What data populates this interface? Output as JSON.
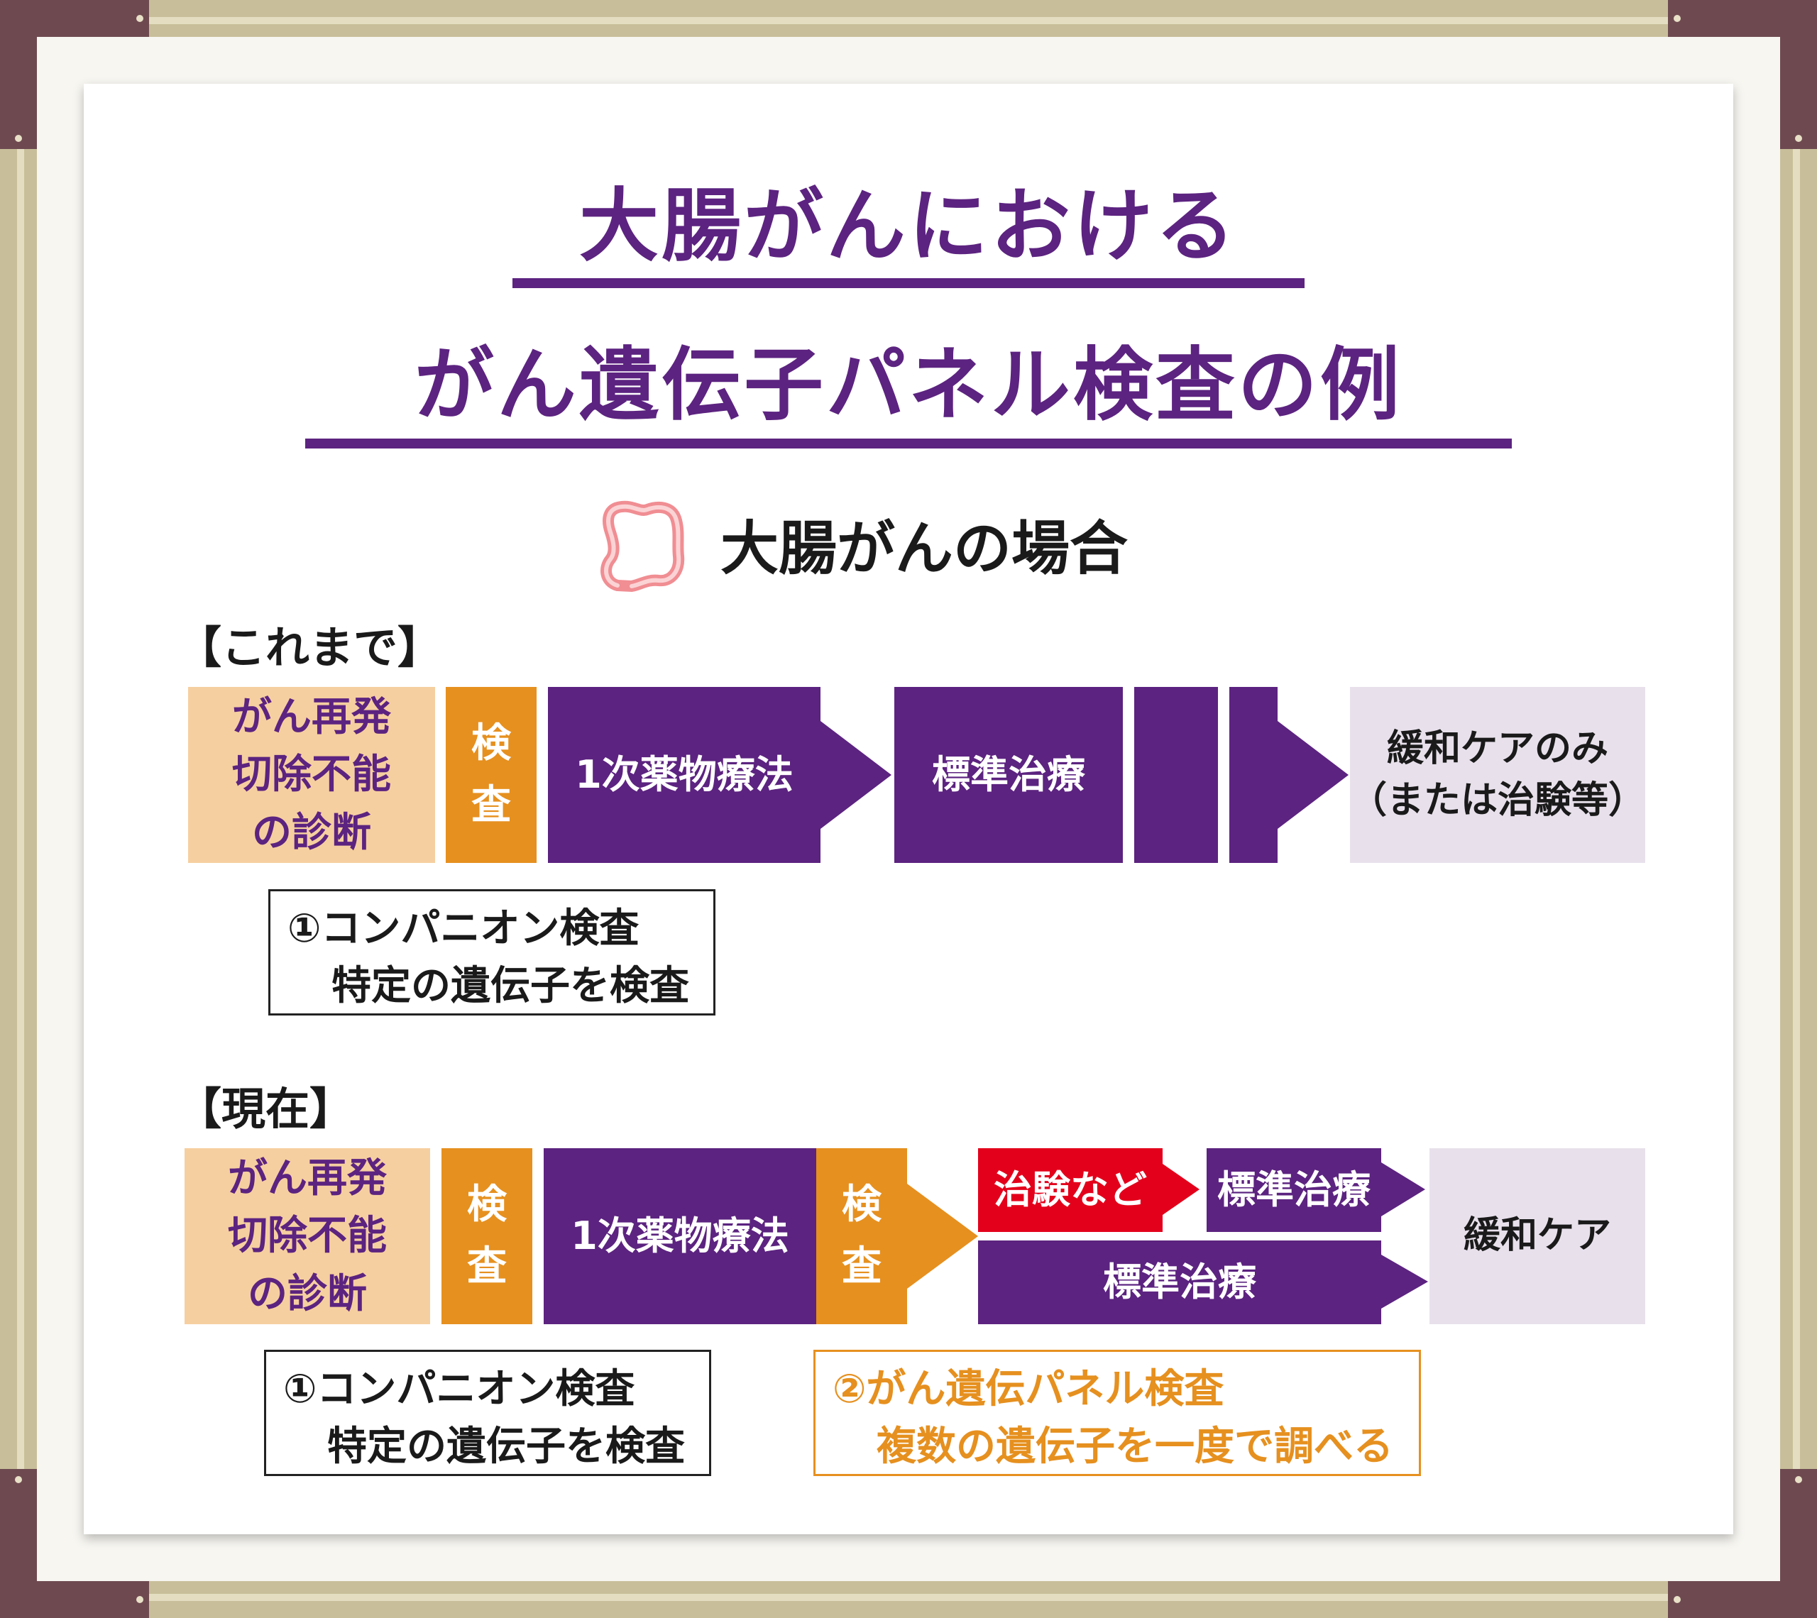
{
  "title": {
    "line1": "大腸がんにおける",
    "line2": "がん遺伝子パネル検査の例"
  },
  "subtitle": "大腸がんの場合",
  "icon": "colon-icon",
  "colors": {
    "purple": "#5c2380",
    "orange": "#e6901f",
    "peach": "#f6cfa0",
    "lavender": "#e8e1ec",
    "red": "#e3001b"
  },
  "before": {
    "heading": "【これまで】",
    "diagnosis": [
      "がん再発",
      "切除不能",
      "の診断"
    ],
    "test": [
      "検",
      "査"
    ],
    "first_line": "1次薬物療法",
    "standard": "標準治療",
    "palliative": [
      "緩和ケアのみ",
      "（または治験等）"
    ],
    "note": [
      "①コンパニオン検査",
      "特定の遺伝子を検査"
    ]
  },
  "now": {
    "heading": "【現在】",
    "diagnosis": [
      "がん再発",
      "切除不能",
      "の診断"
    ],
    "test1": [
      "検",
      "査"
    ],
    "first_line": "1次薬物療法",
    "test2": [
      "検",
      "査"
    ],
    "trial": "治験など",
    "standard_upper": "標準治療",
    "standard_lower": "標準治療",
    "palliative": "緩和ケア",
    "note1": [
      "①コンパニオン検査",
      "特定の遺伝子を検査"
    ],
    "note2": [
      "②がん遺伝パネル検査",
      "複数の遺伝子を一度で調べる"
    ]
  }
}
